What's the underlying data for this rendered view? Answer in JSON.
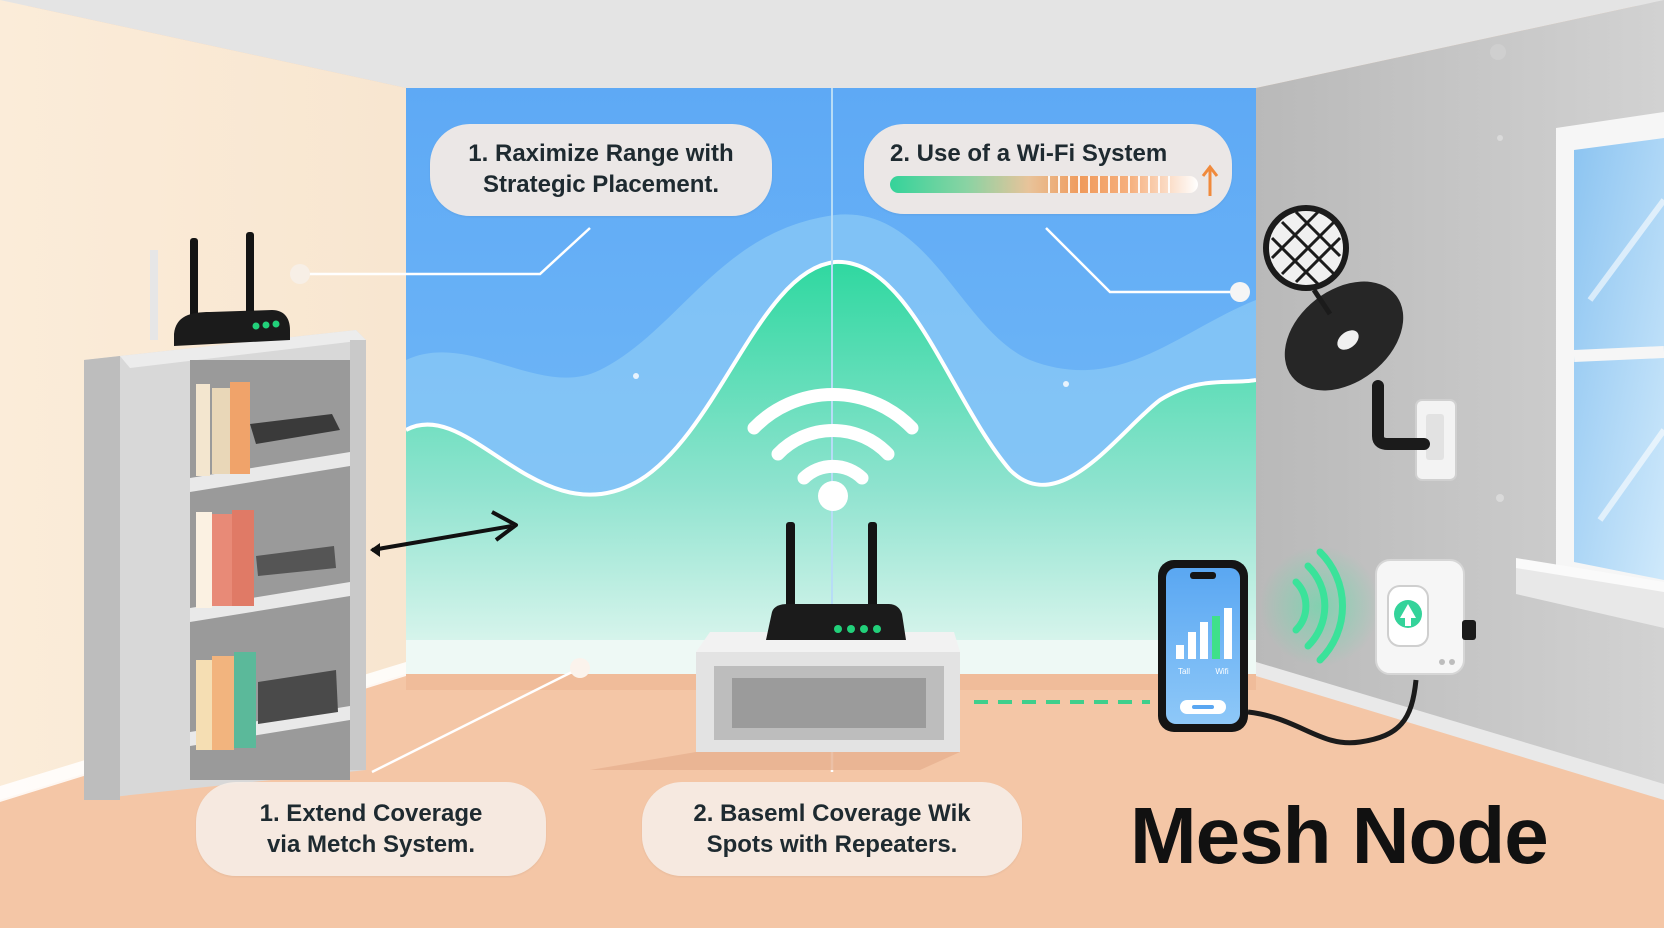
{
  "callouts": {
    "top_left": {
      "line1": "1. Raximize Range with",
      "line2": "Strategic Placement."
    },
    "top_right": {
      "line1": "2. Use of a Wi-Fi System"
    },
    "bottom_left": {
      "line1": "1. Extend Coverage",
      "line2": "via Metch System."
    },
    "bottom_center": {
      "line1": "2. Baseml Coverage Wik",
      "line2": "Spots with Repeaters."
    }
  },
  "brand_title": "Mesh Node",
  "phone": {
    "label_left": "Tall",
    "label_right": "Wifi"
  },
  "colors": {
    "sky": "#5aa9f5",
    "wave_green": "#34d9a3",
    "floor": "#f3c9a9",
    "device_black": "#1b1b1b",
    "status_led": "#22d07a",
    "accent_orange": "#f08a3c"
  },
  "icons": [
    "router-icon",
    "wifi-icon",
    "satellite-dish-icon",
    "smartphone-icon",
    "mesh-node-icon",
    "bookshelf-icon"
  ]
}
